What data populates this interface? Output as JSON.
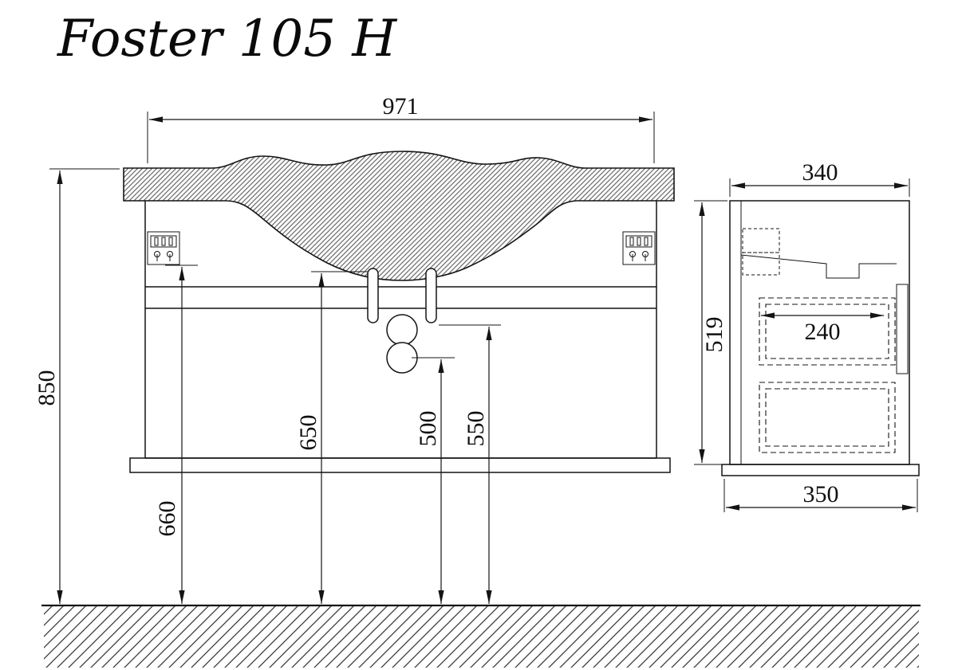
{
  "title": "Foster 105 H",
  "front_view": {
    "width_label": "971",
    "overall_height_label": "850",
    "bracket_height_label": "660",
    "drain_height_label": "650",
    "siphon_height_label": "500",
    "outlet_height_label": "550"
  },
  "side_view": {
    "top_depth_label": "340",
    "height_label": "519",
    "drawer_depth_label": "240",
    "base_depth_label": "350"
  },
  "colors": {
    "line": "#141414",
    "hatch": "#6a6a6a",
    "background": "#ffffff"
  }
}
